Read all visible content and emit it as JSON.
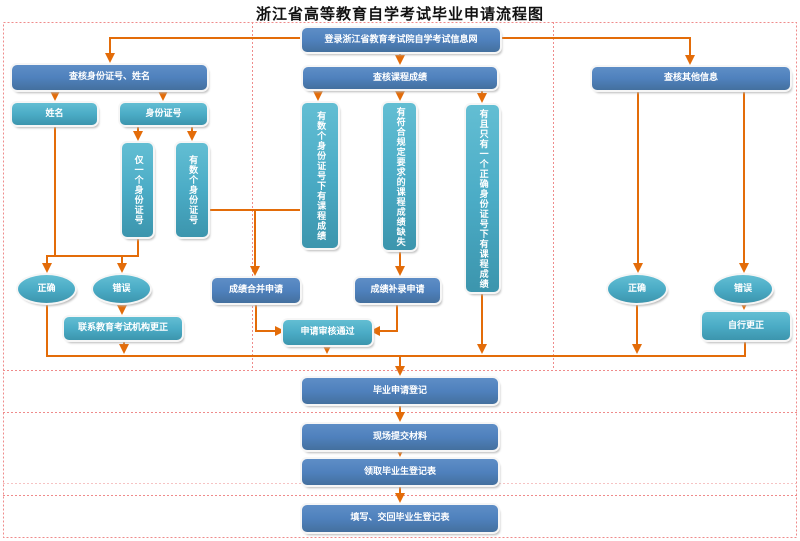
{
  "title": "浙江省高等教育自学考试毕业申请流程图",
  "nodes": {
    "login": "登录浙江省教育考试院自学考试信息网",
    "check_id": "查核身份证号、姓名",
    "check_scores": "查核课程成绩",
    "check_other": "查核其他信息",
    "name": "姓名",
    "id_number": "身份证号",
    "only_one_id": "仅一个身份证号",
    "several_ids": "有数个身份证号",
    "scores_under_several_ids": "有数个身份证号下有课程成绩",
    "scores_missing": "有符合规定要求的课程成绩缺失",
    "scores_one_correct_id": "有且只有一个正确身份证号下有课程成绩",
    "correct_left": "正确",
    "wrong_left": "错误",
    "contact_fix": "联系教育考试机构更正",
    "merge_apply": "成绩合并申请",
    "supplement_apply": "成绩补录申请",
    "review_pass": "申请审核通过",
    "correct_right": "正确",
    "wrong_right": "错误",
    "self_fix": "自行更正",
    "grad_register": "毕业申请登记",
    "submit_materials": "现场提交材料",
    "receive_form": "领取毕业生登记表",
    "return_form": "填写、交回毕业生登记表"
  },
  "colors": {
    "primary_blue": "#4F81BD",
    "teal": "#4BACC6",
    "arrow_orange": "#E36C09",
    "lane_red": "#EF8B8B"
  }
}
